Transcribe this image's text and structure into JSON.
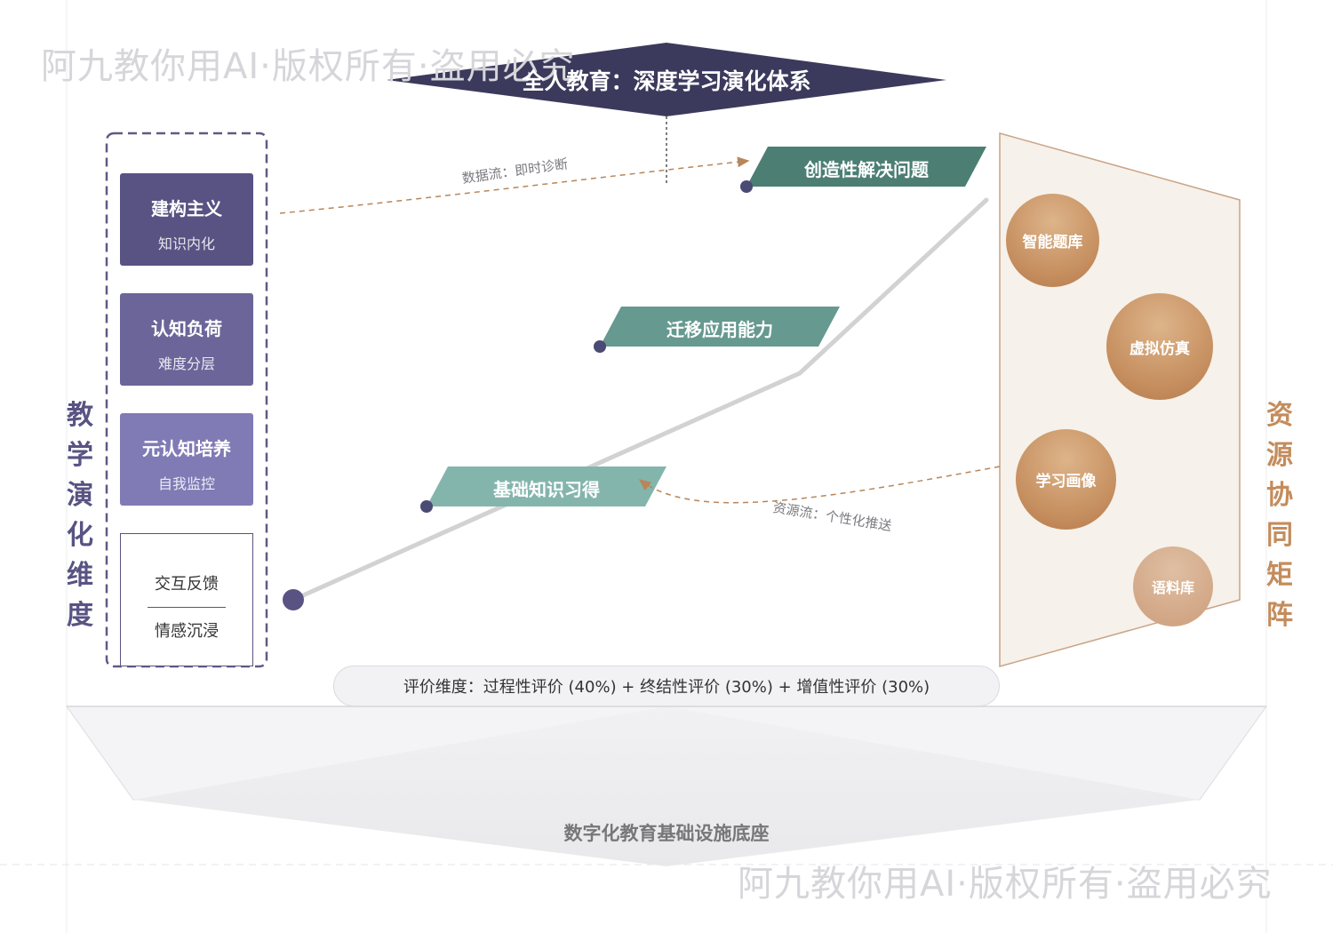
{
  "watermark": "阿九教你用AI·版权所有·盗用必究",
  "title": "全人教育：深度学习演化体系",
  "left_panel": {
    "title": "教学演化维度",
    "boxes": [
      {
        "main": "建构主义",
        "sub": "知识内化",
        "color": "#585383"
      },
      {
        "main": "认知负荷",
        "sub": "难度分层",
        "color": "#6b6599"
      },
      {
        "main": "元认知培养",
        "sub": "自我监控",
        "color": "#807bb5"
      }
    ],
    "outline_box": {
      "top": "交互反馈",
      "bottom": "情感沉浸"
    }
  },
  "stages": [
    {
      "label": "基础知识习得",
      "color": "#84b5ad"
    },
    {
      "label": "迁移应用能力",
      "color": "#66998f"
    },
    {
      "label": "创造性解决问题",
      "color": "#4c7e74"
    }
  ],
  "flows": {
    "data_flow": "数据流：即时诊断",
    "resource_flow": "资源流：个性化推送"
  },
  "right_panel": {
    "title": "资源协同矩阵",
    "resources": [
      {
        "label": "智能题库"
      },
      {
        "label": "虚拟仿真"
      },
      {
        "label": "学习画像"
      },
      {
        "label": "语料库"
      }
    ]
  },
  "evaluation": "评价维度：过程性评价 (40%) + 终结性评价 (30%) + 增值性评价 (30%)",
  "base": "数字化教育基础设施底座",
  "colors": {
    "navy": "#3b3a5c",
    "purple_dark": "#585383",
    "teal_dark": "#4c7e74",
    "copper": "#c48c5c",
    "panel_beige": "#f6f1ea",
    "track_gray": "#d2d2d2"
  }
}
